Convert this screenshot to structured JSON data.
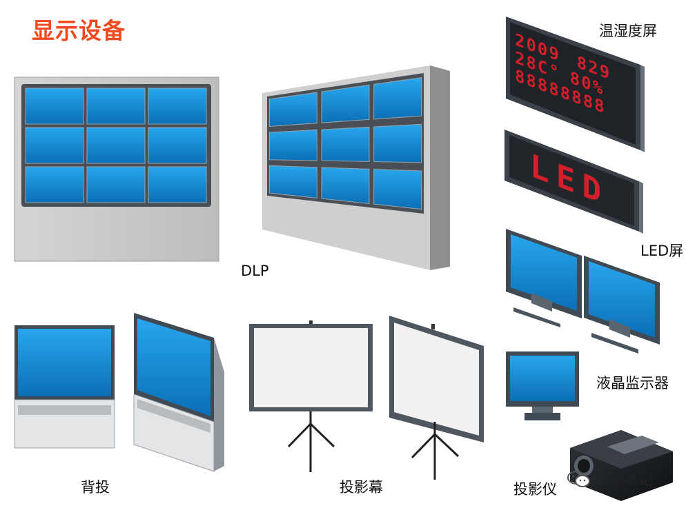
{
  "title": "显示设备",
  "labels": {
    "dlp": "DLP",
    "temp_humidity": "温湿度屏",
    "led": "LED屏",
    "lcd": "液晶监示器",
    "rear_projection": "背投",
    "projection_screen": "投影幕",
    "projector": "投影仪"
  },
  "temp_display": {
    "line1_left": "2009",
    "line1_right": "829",
    "line2_left": "28C°",
    "line2_right": "80%",
    "line3": "88888888"
  },
  "led_display": {
    "text": "LED"
  },
  "watermark": {
    "text": "弱电笔记",
    "icon": "wechat-icon"
  },
  "colors": {
    "title": "#f04a1e",
    "screen_blue": "#1b8fd6",
    "frame_dark": "#3f4a55",
    "wall_gray": "#c9c9c9",
    "led_red": "#d2202a"
  }
}
